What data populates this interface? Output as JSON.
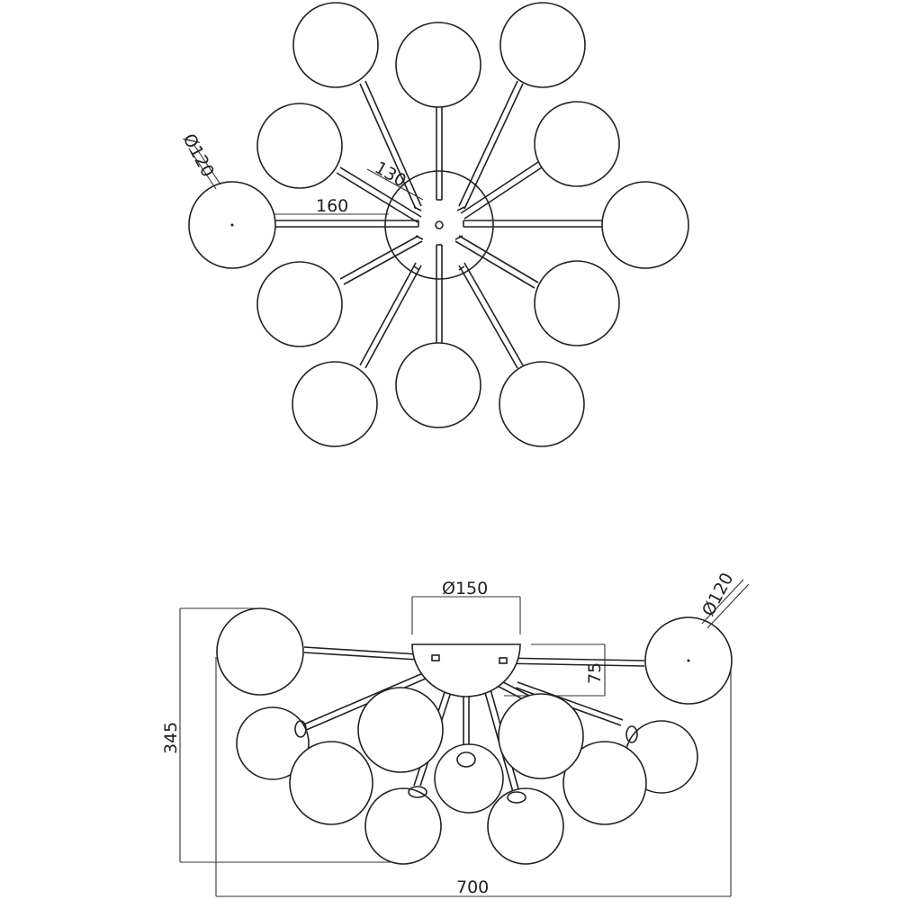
{
  "top_view": {
    "dims": {
      "ball_diameter": "Ø120",
      "arm_length": "130",
      "arm_reach": "160"
    }
  },
  "side_view": {
    "dims": {
      "canopy_diameter": "Ø150",
      "ball_diameter": "Ø120",
      "canopy_height": "75",
      "overall_height": "345",
      "overall_width": "700"
    }
  }
}
